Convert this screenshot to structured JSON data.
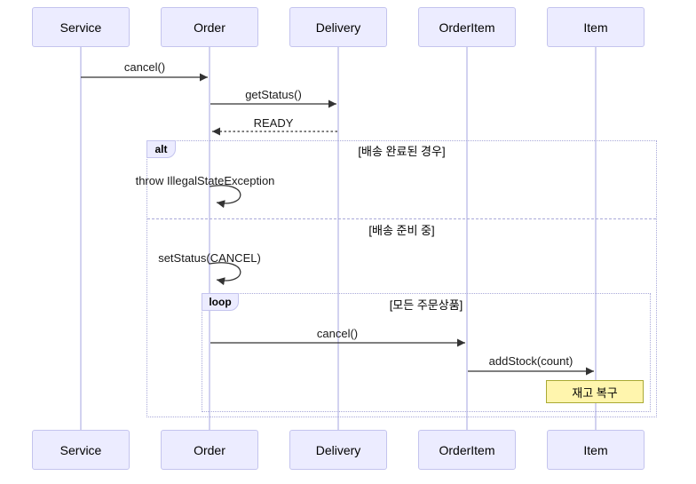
{
  "participants": [
    {
      "label": "Service"
    },
    {
      "label": "Order"
    },
    {
      "label": "Delivery"
    },
    {
      "label": "OrderItem"
    },
    {
      "label": "Item"
    }
  ],
  "messages": {
    "cancel1": {
      "label": "cancel()"
    },
    "getStatus": {
      "label": "getStatus()"
    },
    "ready": {
      "label": "READY"
    },
    "throwException": {
      "label": "throw IllegalStateException"
    },
    "setStatus": {
      "label": "setStatus(CANCEL)"
    },
    "cancel2": {
      "label": "cancel()"
    },
    "addStock": {
      "label": "addStock(count)"
    }
  },
  "frames": {
    "alt": {
      "operator": "alt",
      "guard_completed": "[배송 완료된 경우]",
      "guard_preparing": "[배송 준비 중]"
    },
    "loop": {
      "operator": "loop",
      "guard": "[모든 주문상품]"
    }
  },
  "note": {
    "text": "재고 복구"
  },
  "colors": {
    "participant_fill": "#ECECFF",
    "participant_border": "#c4c4ee",
    "frame_border": "#a9a9d9",
    "lifeline": "#d2d2f0",
    "note_fill": "#fff5ad",
    "note_border": "#aaaa33",
    "message_line": "#333333"
  }
}
